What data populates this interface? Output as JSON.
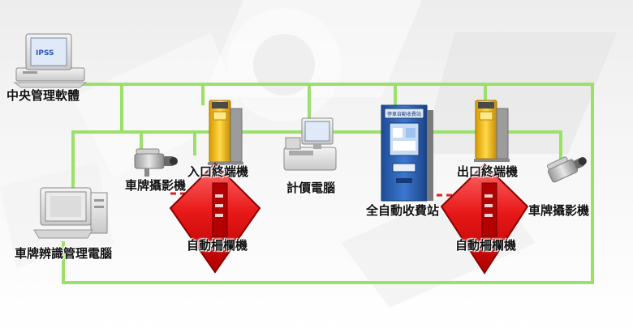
{
  "colors": {
    "network_line": "#9be06a",
    "barrier_red": "#e01818",
    "terminal_yellow": "#f2c21a",
    "kiosk_blue": "#2f63b7",
    "dashed_link": "#e02020"
  },
  "labels": {
    "central_software": "中央管理軟體",
    "entry_terminal": "入口終端機",
    "plate_camera_left": "車牌攝影機",
    "billing_computer": "計價電腦",
    "auto_pay_station": "全自動收費站",
    "exit_terminal": "出口終端機",
    "plate_camera_right": "車牌攝影機",
    "auto_barrier_left": "自動柵欄機",
    "auto_barrier_right": "自動柵欄機",
    "plate_recognition_pc": "車牌辨識管理電腦"
  },
  "logo_text": "IPSS",
  "kiosk_header_text": "停車自動收費站",
  "icons": {
    "central_pc": "desktop-computer-icon",
    "recognition_pc": "desktop-computer-icon",
    "camera": "cctv-camera-icon",
    "terminal": "ticket-terminal-icon",
    "billing": "cash-register-icon",
    "kiosk": "payment-kiosk-icon",
    "barrier": "barrier-gate-icon"
  }
}
